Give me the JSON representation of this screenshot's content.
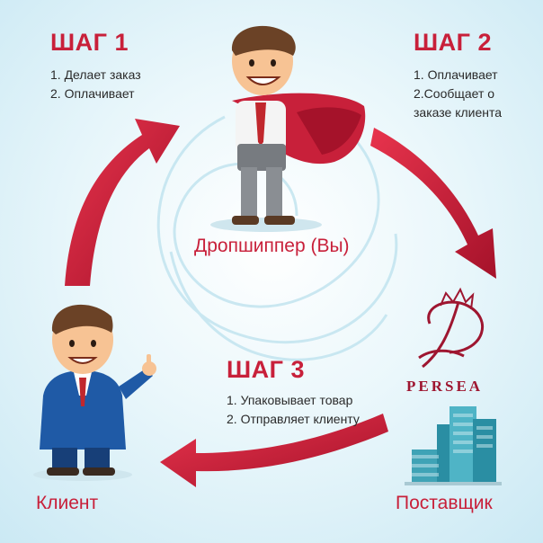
{
  "steps": [
    {
      "title": "ШАГ 1",
      "items": [
        "1. Делает заказ",
        "2. Оплачивает"
      ]
    },
    {
      "title": "ШАГ 2",
      "items": [
        "1. Оплачивает",
        "2.Сообщает о",
        "заказе клиента"
      ]
    },
    {
      "title": "ШАГ 3",
      "items": [
        "1. Упаковывает товар",
        "2. Отправляет клиенту"
      ]
    }
  ],
  "roles": {
    "dropshipper": "Дропшиппер (Вы)",
    "client": "Клиент",
    "supplier": "Поставщик"
  },
  "brand": {
    "logo_text": "PERSEA"
  },
  "colors": {
    "accent": "#c8203a",
    "arrow_dark": "#a5122a",
    "background": "#eaf7fb"
  }
}
